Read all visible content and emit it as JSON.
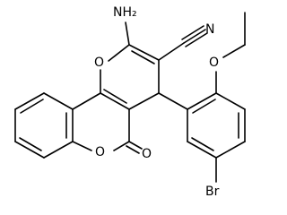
{
  "atoms": [
    {
      "id": "NH2",
      "text": "NH₂"
    },
    {
      "id": "N",
      "text": "N"
    },
    {
      "id": "O1",
      "text": "O"
    },
    {
      "id": "O2",
      "text": "O"
    },
    {
      "id": "O3",
      "text": "O"
    },
    {
      "id": "O4",
      "text": "O"
    },
    {
      "id": "Br",
      "text": "Br"
    }
  ]
}
